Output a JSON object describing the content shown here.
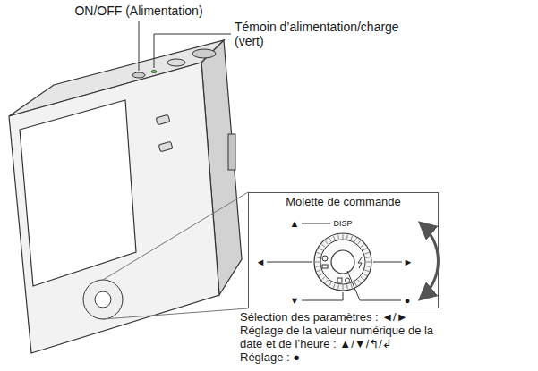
{
  "diagram": {
    "nodes": [
      {
        "text": [
          "Molette de commande"
        ]
      }
    ],
    "labels": [
      "ON/OFF (Alimentation)",
      "Témoin d’alimentation/charge (vert)",
      "DISP",
      "▲",
      "◄",
      "►",
      "▼",
      "●",
      "Sélection des paramètres : ◄/►",
      "Réglage de la valeur numérique de la date et de l’heure : ▲/▼/↰/↲",
      "Réglage : ●"
    ]
  }
}
